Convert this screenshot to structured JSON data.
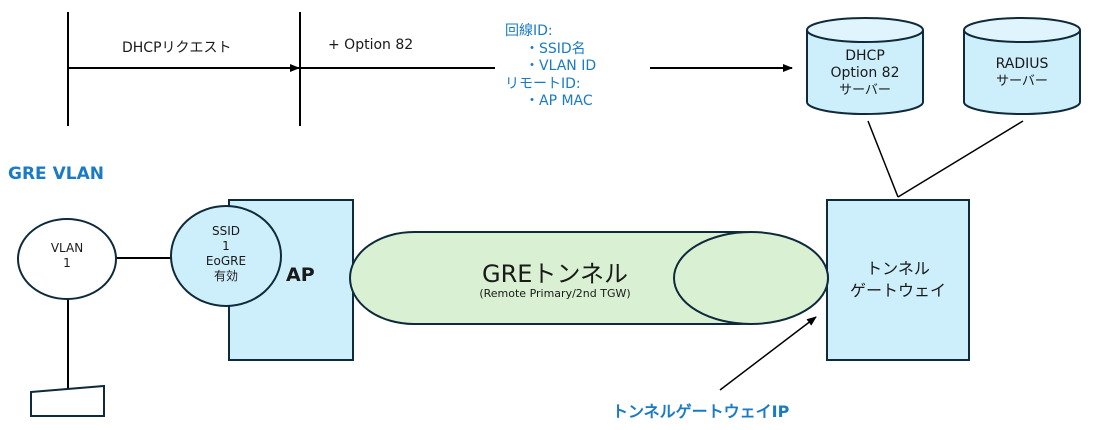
{
  "colors": {
    "accent_blue": "#1a7bc4",
    "box_fill": "#cdeefb",
    "tunnel_fill": "#d9f0d3",
    "stroke": "#0f2a3a"
  },
  "flow": {
    "dhcp_request_label": "DHCPリクエスト",
    "option82_label": "+ Option 82",
    "info_lines": [
      "回線ID:",
      "・SSID名",
      "・VLAN ID",
      "リモートID:",
      "・AP MAC"
    ]
  },
  "servers": {
    "dhcp": [
      "DHCP",
      "Option 82",
      "サーバー"
    ],
    "radius": [
      "RADIUS",
      "サーバー"
    ]
  },
  "section_title": "GRE VLAN",
  "vlan": [
    "VLAN",
    "1"
  ],
  "ssid": [
    "SSID",
    "1",
    "EoGRE",
    "有効"
  ],
  "ap_label": "AP",
  "tunnel": {
    "title": "GREトンネル",
    "subtitle": "(Remote Primary/2nd TGW)"
  },
  "gateway": [
    "トンネル",
    "ゲートウェイ"
  ],
  "gateway_ip_label": "トンネルゲートウェイIP"
}
